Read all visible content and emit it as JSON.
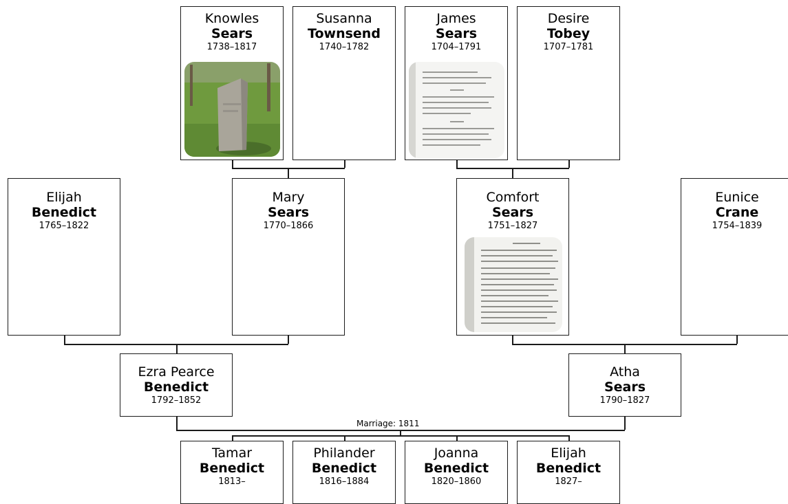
{
  "people": {
    "knowles": {
      "given": "Knowles",
      "surname": "Sears",
      "dates": "1738–1817"
    },
    "susanna": {
      "given": "Susanna",
      "surname": "Townsend",
      "dates": "1740–1782"
    },
    "james": {
      "given": "James",
      "surname": "Sears",
      "dates": "1704–1791"
    },
    "desire": {
      "given": "Desire",
      "surname": "Tobey",
      "dates": "1707–1781"
    },
    "elijah_sr": {
      "given": "Elijah",
      "surname": "Benedict",
      "dates": "1765–1822"
    },
    "mary": {
      "given": "Mary",
      "surname": "Sears",
      "dates": "1770–1866"
    },
    "comfort": {
      "given": "Comfort",
      "surname": "Sears",
      "dates": "1751–1827"
    },
    "eunice": {
      "given": "Eunice",
      "surname": "Crane",
      "dates": "1754–1839"
    },
    "ezra": {
      "given": "Ezra Pearce",
      "surname": "Benedict",
      "dates": "1792–1852"
    },
    "atha": {
      "given": "Atha",
      "surname": "Sears",
      "dates": "1790–1827"
    },
    "tamar": {
      "given": "Tamar",
      "surname": "Benedict",
      "dates": "1813–"
    },
    "philander": {
      "given": "Philander",
      "surname": "Benedict",
      "dates": "1816–1884"
    },
    "joanna": {
      "given": "Joanna",
      "surname": "Benedict",
      "dates": "1820–1860"
    },
    "elijah_jr": {
      "given": "Elijah",
      "surname": "Benedict",
      "dates": "1827–"
    }
  },
  "marriage": {
    "label": "Marriage: 1811"
  },
  "photos": {
    "knowles": "gravestone-photo",
    "james": "document-scan",
    "comfort": "document-scan"
  }
}
